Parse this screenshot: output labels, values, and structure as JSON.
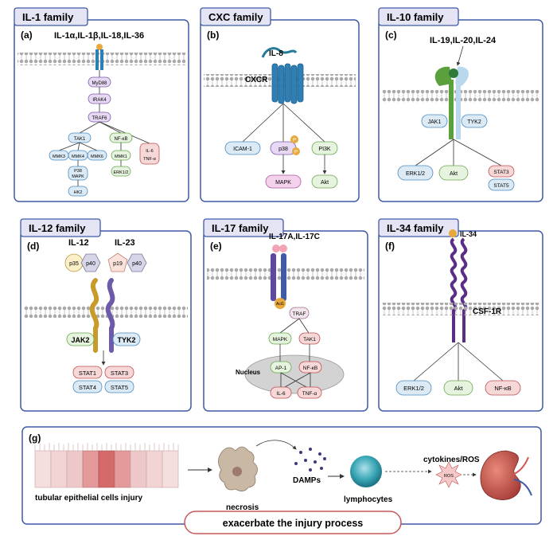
{
  "panels": {
    "il1": {
      "tab": "IL-1 family",
      "letter": "(a)",
      "ligands": "IL-1α,IL-1β,IL-18,IL-36",
      "nodes": {
        "myd88": "MyD88",
        "irak4": "IRAK4",
        "traf6": "TRAF6",
        "tak1": "TAK1",
        "nfkb": "NF-κB",
        "mmk3": "MMK3",
        "mmk4": "MMK4",
        "mmk6": "MMK6",
        "p38": "P38",
        "mapk": "MAPK",
        "hk2": "HK2",
        "mmk1": "MMK1",
        "erk12": "ERK1/2",
        "il6": "IL-6",
        "tnfa": "TNF-α"
      }
    },
    "cxc": {
      "tab": "CXC family",
      "letter": "(b)",
      "ligand": "IL-8",
      "receptor": "CXCR",
      "nodes": {
        "icam1": "ICAM-1",
        "p38": "p38",
        "p": "P",
        "pi3k": "PI3K",
        "mapk": "MAPK",
        "akt": "Akt"
      }
    },
    "il10": {
      "tab": "IL-10 family",
      "letter": "(c)",
      "ligands": "IL-19,IL-20,IL-24",
      "nodes": {
        "jak1": "JAK1",
        "tyk2": "TYK2",
        "erk12": "ERK1/2",
        "akt": "Akt",
        "stat3": "STAT3",
        "stat5": "STAT5"
      }
    },
    "il12": {
      "tab": "IL-12 family",
      "letter": "(d)",
      "ligand1": "IL-12",
      "ligand2": "IL-23",
      "nodes": {
        "p35": "p35",
        "p40a": "p40",
        "p19": "p19",
        "p40b": "p40",
        "jak2": "JAK2",
        "tyk2": "TYK2",
        "stat1": "STAT1",
        "stat3": "STAT3",
        "stat4": "STAT4",
        "stat5": "STAT5"
      }
    },
    "il17": {
      "tab": "IL-17 family",
      "letter": "(e)",
      "ligands": "IL-17A,IL-17C",
      "nodes": {
        "act1": "Act1",
        "traf": "TRAF",
        "mapk": "MAPK",
        "tak1": "TAK1",
        "nucleus": "Nucleus",
        "ap1": "AP-1",
        "nfkb": "NF-κB",
        "il6": "IL-6",
        "tnfa": "TNF-α"
      }
    },
    "il34": {
      "tab": "IL-34 family",
      "letter": "(f)",
      "ligand": "IL-34",
      "receptor": "CSF-1R",
      "nodes": {
        "erk12": "ERK1/2",
        "akt": "Akt",
        "nfkb": "NF-κB"
      }
    },
    "g": {
      "letter": "(g)",
      "tubular": "tubular epithelial cells injury",
      "necrosis": "necrosis",
      "damps": "DAMPs",
      "lymphocytes": "lymphocytes",
      "cytokines": "cytokines/ROS",
      "ros": "ROS",
      "exacerbate": "exacerbate the injury process"
    }
  },
  "colors": {
    "frame": "#3f5aa6",
    "tab": "#e4e4f4",
    "membrane": "#9a9a9a",
    "purple": "#e7d9f4",
    "green": "#e6f3de",
    "pink": "#f6d8d8",
    "blue": "#dbeaf5",
    "receptor_cxcr": "#2f7fb5",
    "il10_green": "#5aa03c",
    "il17_purple": "#5d4aa0",
    "il34_purple": "#5b2d86",
    "kidney": "#c85656",
    "cell": "#3aa6b5"
  }
}
